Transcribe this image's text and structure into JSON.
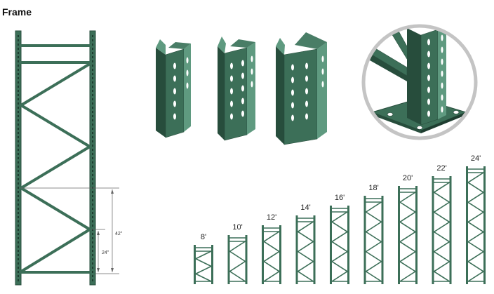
{
  "title": "Frame",
  "colors": {
    "frame_green": "#3c6f58",
    "frame_dark": "#274d3c",
    "frame_light": "#5f9a80",
    "dimension_line": "#555555",
    "detail_ring": "#c4c4c4"
  },
  "dimensions": {
    "outer": "42\"",
    "inner": "24\""
  },
  "heights": [
    {
      "label": "8'",
      "feet": 8
    },
    {
      "label": "10'",
      "feet": 10
    },
    {
      "label": "12'",
      "feet": 12
    },
    {
      "label": "14'",
      "feet": 14
    },
    {
      "label": "16'",
      "feet": 16
    },
    {
      "label": "18'",
      "feet": 18
    },
    {
      "label": "20'",
      "feet": 20
    },
    {
      "label": "22'",
      "feet": 22
    },
    {
      "label": "24'",
      "feet": 24
    }
  ],
  "upright_profiles": [
    "upright-profile-small",
    "upright-profile-medium",
    "upright-profile-large"
  ],
  "detail_view": "upright-base-plate-detail"
}
